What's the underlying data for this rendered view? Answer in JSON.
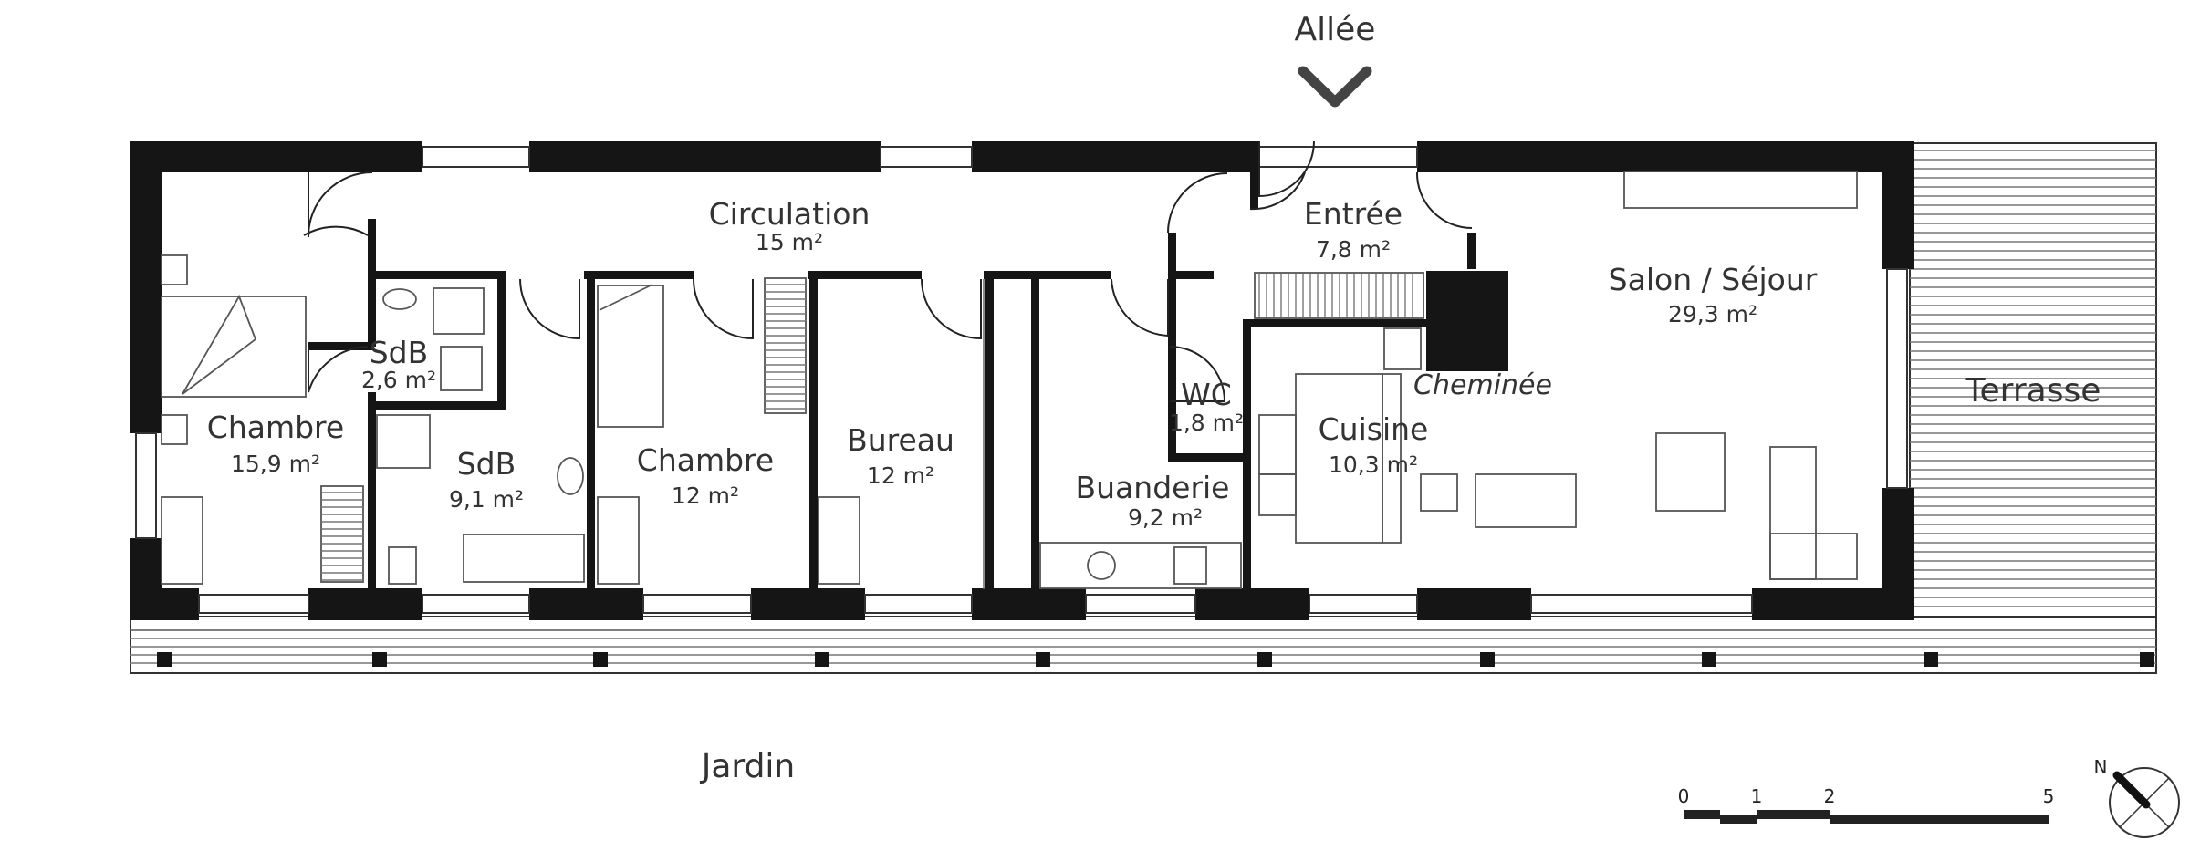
{
  "labels": {
    "allee": "Allée",
    "jardin": "Jardin",
    "terrasse": "Terrasse",
    "cheminee": "Cheminée"
  },
  "rooms": [
    {
      "name": "Circulation",
      "area": "15 m²"
    },
    {
      "name": "Entrée",
      "area": "7,8 m²"
    },
    {
      "name": "Salon / Séjour",
      "area": "29,3 m²"
    },
    {
      "name": "SdB",
      "area": "2,6 m²"
    },
    {
      "name": "Chambre",
      "area": "15,9 m²"
    },
    {
      "name": "SdB",
      "area": "9,1 m²"
    },
    {
      "name": "Chambre",
      "area": "12 m²"
    },
    {
      "name": "Bureau",
      "area": "12 m²"
    },
    {
      "name": "Buanderie",
      "area": "9,2 m²"
    },
    {
      "name": "WC",
      "area": "1,8 m²"
    },
    {
      "name": "Cuisine",
      "area": "10,3 m²"
    }
  ],
  "scale": {
    "ticks": [
      "0",
      "1",
      "2",
      "5"
    ]
  },
  "compass": {
    "north_label": "N"
  },
  "colors": {
    "wall": "#151515",
    "line": "#333333",
    "background": "#ffffff"
  }
}
